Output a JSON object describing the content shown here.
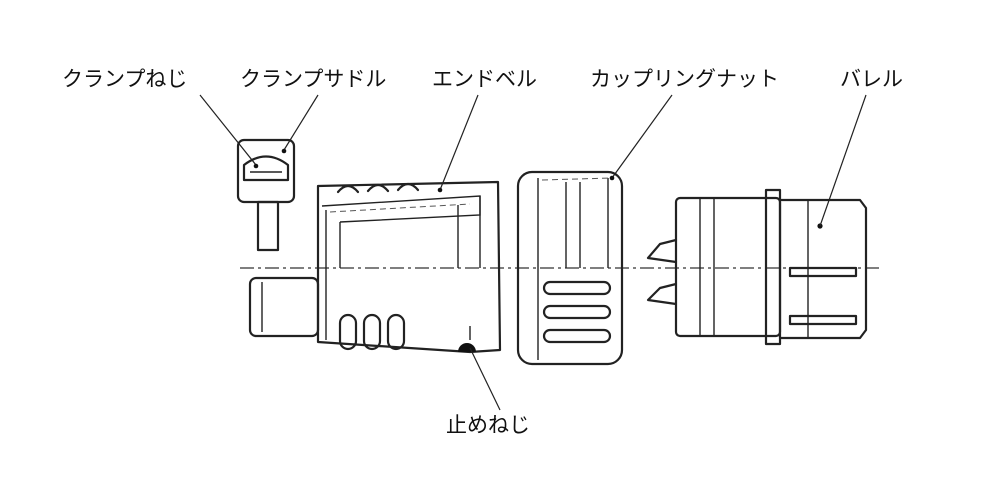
{
  "labels": {
    "clamp_screw": "クランプねじ",
    "clamp_saddle": "クランプサドル",
    "end_bell": "エンドベル",
    "coupling_nut": "カップリングナット",
    "barrel": "バレル",
    "stop_screw": "止めねじ"
  }
}
